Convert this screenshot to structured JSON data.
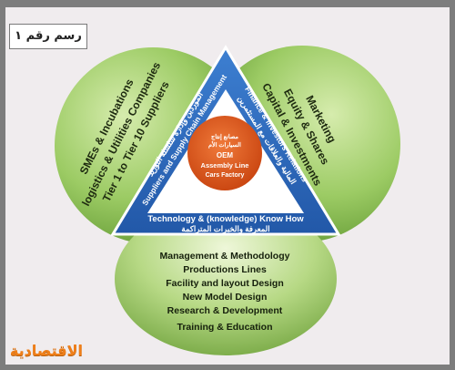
{
  "figure_label": "رسم رقم ١",
  "brand": "الاقتصادية",
  "circles": {
    "left": {
      "lines": [
        "SMEs & Incubations",
        "logistics & Utilities Companies",
        "Tier 1 to Tier 10 Suppliers"
      ]
    },
    "right": {
      "lines": [
        "Marketing",
        "Equity & Shares",
        "Capital & Investments"
      ]
    },
    "bottom": {
      "lines": [
        "Management & Methodology",
        "Productions Lines",
        "Facility and layout Design",
        "New Model Design",
        "Research & Development",
        "Training & Education"
      ]
    }
  },
  "triangle": {
    "left_side_en": "Suppliers and Supply Chain Management",
    "left_side_ar": "الموردين وإدارة سلسلة التوريد",
    "right_side_en": "Finance & Investors Relations",
    "right_side_ar": "المالية والعلاقات مع المستثمرين",
    "bottom_side_en": "Technology & (knowledge) Know How",
    "bottom_side_ar": "المعرفة والخبرات المتراكمة"
  },
  "center": {
    "lines": [
      "مصانع إنتاج",
      "السيارات الأم",
      "OEM",
      "Assembly Line",
      "Cars Factory"
    ]
  },
  "colors": {
    "frame_outer": "#7d7d7d",
    "frame_inner": "#f0ecee",
    "circle_light": "#cfe6a0",
    "circle_dark": "#6ea23a",
    "triangle_blue": "#2e6bbf",
    "center_orange": "#e0541c",
    "brand_orange": "#ef7f1a"
  }
}
